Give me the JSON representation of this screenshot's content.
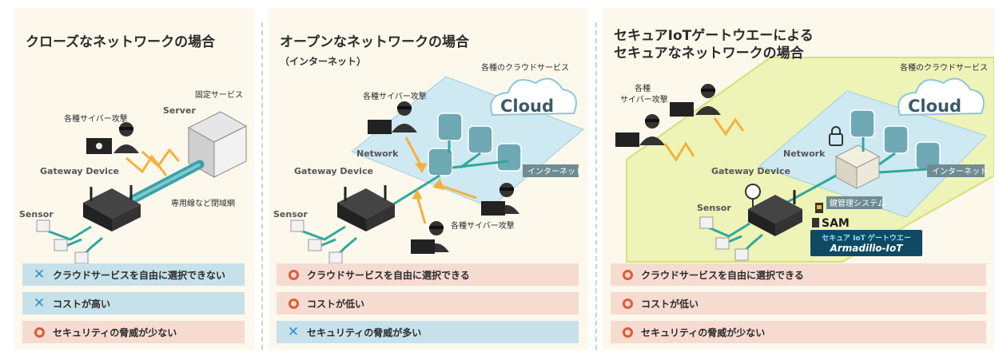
{
  "panels": [
    {
      "title_lines": [
        "クローズなネットワークの場合"
      ],
      "labels": {
        "attack": "各種サイバー攻撃",
        "fixed_service": "固定サービス",
        "server": "Server",
        "gateway": "Gateway Device",
        "closed_net": "専用線など閉域網",
        "sensor": "Sensor"
      },
      "rows": [
        {
          "mark": "cross",
          "text": "クラウドサービスを自由に選択できない",
          "color": "#c6e1ea"
        },
        {
          "mark": "cross",
          "text": "コストが高い",
          "color": "#c6e1ea"
        },
        {
          "mark": "circle",
          "text": "セキュリティの脅威が少ない",
          "color": "#f6dbd1"
        }
      ]
    },
    {
      "title_lines": [
        "オープンなネットワークの場合"
      ],
      "subtitle": "（インターネット）",
      "labels": {
        "cloud_services": "各種のクラウドサービス",
        "cloud": "Cloud",
        "attack_top": "各種サイバー攻撃",
        "network": "Network",
        "internet": "インターネット",
        "gateway": "Gateway Device",
        "sensor": "Sensor",
        "attack_bottom": "各種サイバー攻撃"
      },
      "rows": [
        {
          "mark": "circle",
          "text": "クラウドサービスを自由に選択できる",
          "color": "#f6dbd1"
        },
        {
          "mark": "circle",
          "text": "コストが低い",
          "color": "#f6dbd1"
        },
        {
          "mark": "cross",
          "text": "セキュリティの脅威が多い",
          "color": "#c6e1ea"
        }
      ]
    },
    {
      "title_lines": [
        "セキュアIoTゲートウエーによる",
        "セキュアなネットワークの場合"
      ],
      "labels": {
        "cloud_services": "各種のクラウドサービス",
        "cloud": "Cloud",
        "attack_line1": "各種",
        "attack_line2": "サイバー攻撃",
        "network": "Network",
        "internet": "インターネット",
        "gateway": "Gateway Device",
        "key_system": "鍵管理システム",
        "sensor": "Sensor",
        "sam": "SAM",
        "badge_line1": "セキュア IoT ゲートウエー",
        "badge_line2": "Armadillo-IoT"
      },
      "rows": [
        {
          "mark": "circle",
          "text": "クラウドサービスを自由に選択できる",
          "color": "#f6dbd1"
        },
        {
          "mark": "circle",
          "text": "コストが低い",
          "color": "#f6dbd1"
        },
        {
          "mark": "circle",
          "text": "セキュリティの脅威が少ない",
          "color": "#f6dbd1"
        }
      ]
    }
  ],
  "colors": {
    "cross": "#2f8fcf",
    "circle": "#e05a35",
    "network_fill": "#cfe9f3",
    "db": "#6fa9b4",
    "secure_zone": "#eef3b8",
    "attack_arrow": "#f4b23d"
  }
}
